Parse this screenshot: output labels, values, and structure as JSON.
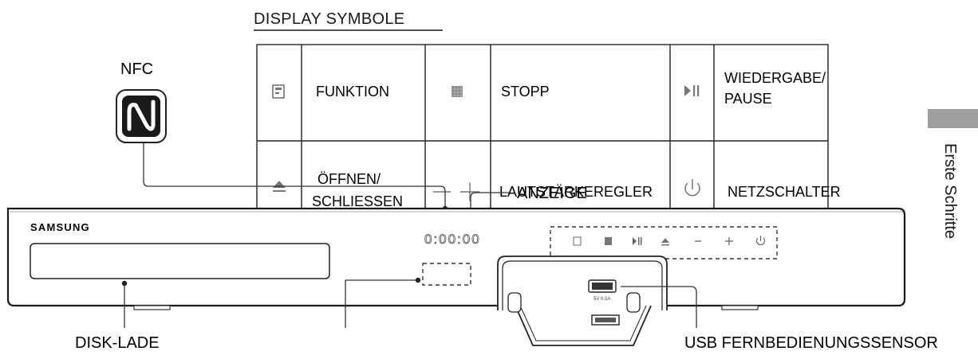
{
  "display_symbols": {
    "title": "DISPLAY SYMBOLE",
    "rows": [
      [
        {
          "icon": "function-icon",
          "label_lines": [
            "FUNKTION"
          ]
        },
        {
          "icon": "stop-icon",
          "label_lines": [
            "STOPP"
          ]
        },
        {
          "icon": "play-pause-icon",
          "label_lines": [
            "WIEDERGABE/",
            "PAUSE"
          ]
        }
      ],
      [
        {
          "icon": "eject-icon",
          "label_lines": [
            "ÖFFNEN/",
            "SCHLIESSEN"
          ]
        },
        {
          "icon": "volume-minus-plus-icon",
          "label_lines": [
            "LAUTSTÄRKEREGLER"
          ]
        },
        {
          "icon": "power-icon",
          "label_lines": [
            "NETZSCHALTER"
          ]
        }
      ]
    ]
  },
  "callouts": {
    "nfc": "NFC",
    "display": "ANZEIGE",
    "disc_tray": "DISK-LADE",
    "usb_remote": "USB FERNBEDIENUNGSSENSOR"
  },
  "device": {
    "brand": "SAMSUNG",
    "display_readout": "0:00:00",
    "usb_port_label": "5V 0.5A"
  },
  "side_tab": {
    "label": "Erste Schritte",
    "color": "#9e9e9e"
  }
}
